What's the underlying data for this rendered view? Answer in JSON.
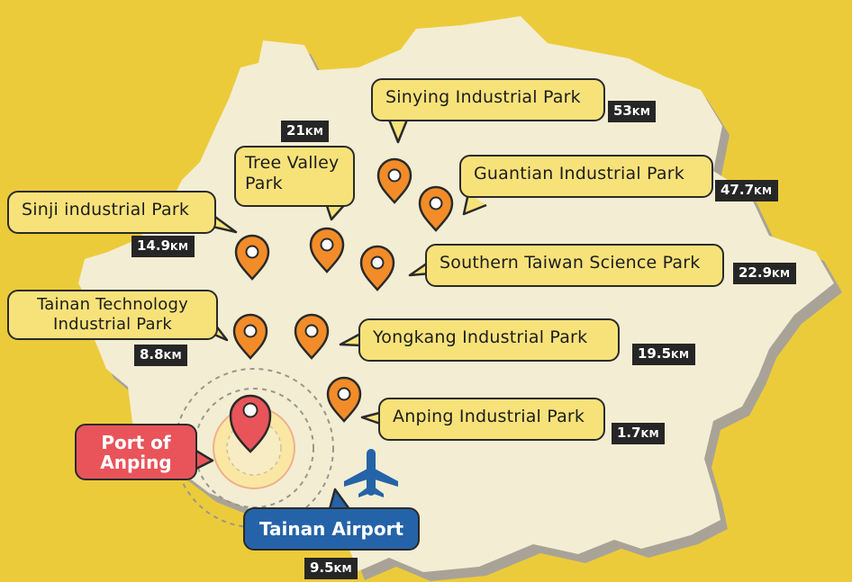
{
  "parks": [
    {
      "label": "Sinying Industrial Park",
      "distance": "53",
      "unit": "KM"
    },
    {
      "label": "Tree Valley Park",
      "distance": "21",
      "unit": "KM"
    },
    {
      "label": "Guantian Industrial Park",
      "distance": "47.7",
      "unit": "KM"
    },
    {
      "label": "Sinji industrial  Park",
      "distance": "14.9",
      "unit": "KM"
    },
    {
      "label": "Southern Taiwan Science Park",
      "distance": "22.9",
      "unit": "KM"
    },
    {
      "label": "Tainan Technology Industrial Park",
      "distance": "8.8",
      "unit": "KM"
    },
    {
      "label": "Yongkang Industrial Park",
      "distance": "19.5",
      "unit": "KM"
    },
    {
      "label": "Anping Industrial Park",
      "distance": "1.7",
      "unit": "KM"
    }
  ],
  "port": {
    "label": "Port of Anping"
  },
  "airport": {
    "label": "Tainan Airport",
    "distance": "9.5",
    "unit": "KM"
  },
  "icons": {
    "marker": "map-pin-icon",
    "airport": "airplane-icon"
  },
  "colors": {
    "background": "#eccb3a",
    "land": "#f3edd3",
    "land_shadow": "#a9a397",
    "callout": "#f7e27a",
    "pin": "#f28c28",
    "port": "#e8545a",
    "airport": "#2563a8",
    "distance_tag": "#262626"
  }
}
